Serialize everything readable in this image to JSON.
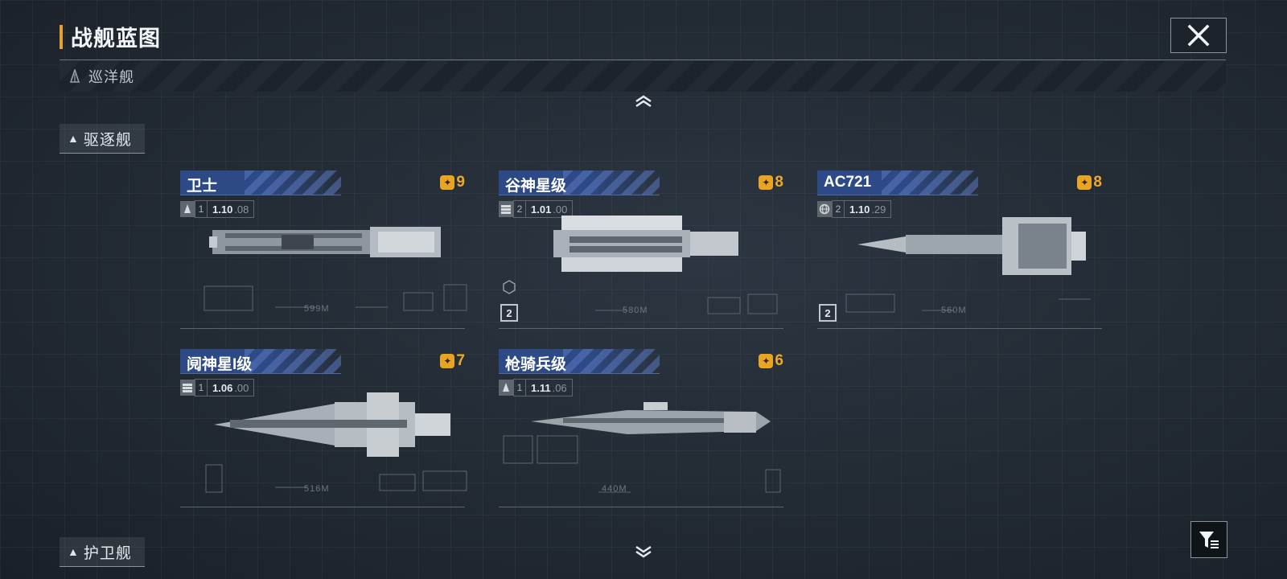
{
  "header": {
    "title": "战舰蓝图"
  },
  "categories": {
    "cruiser": "巡洋舰",
    "destroyer": "驱逐舰",
    "frigate": "护卫舰"
  },
  "cards": [
    {
      "name": "卫士",
      "score": "9",
      "tier": "1",
      "version": "1.10",
      "version_sub": ".08",
      "length": "599M",
      "type_icon": "destroyer-silhouette-icon"
    },
    {
      "name": "谷神星级",
      "score": "8",
      "tier": "2",
      "version": "1.01",
      "version_sub": ".00",
      "length": "580M",
      "type_icon": "stack-icon",
      "code": "2"
    },
    {
      "name": "AC721",
      "score": "8",
      "tier": "2",
      "version": "1.10",
      "version_sub": ".29",
      "length": "560M",
      "type_icon": "globe-icon",
      "code": "2"
    },
    {
      "name": "阋神星I级",
      "score": "7",
      "tier": "1",
      "version": "1.06",
      "version_sub": ".00",
      "length": "516M",
      "type_icon": "stack-icon"
    },
    {
      "name": "枪骑兵级",
      "score": "6",
      "tier": "1",
      "version": "1.11",
      "version_sub": ".06",
      "length": "440M",
      "type_icon": "destroyer-silhouette-icon"
    }
  ],
  "colors": {
    "accent": "#e4a22a",
    "header_blue": "#2e4a86",
    "score": "#f0a82a"
  }
}
